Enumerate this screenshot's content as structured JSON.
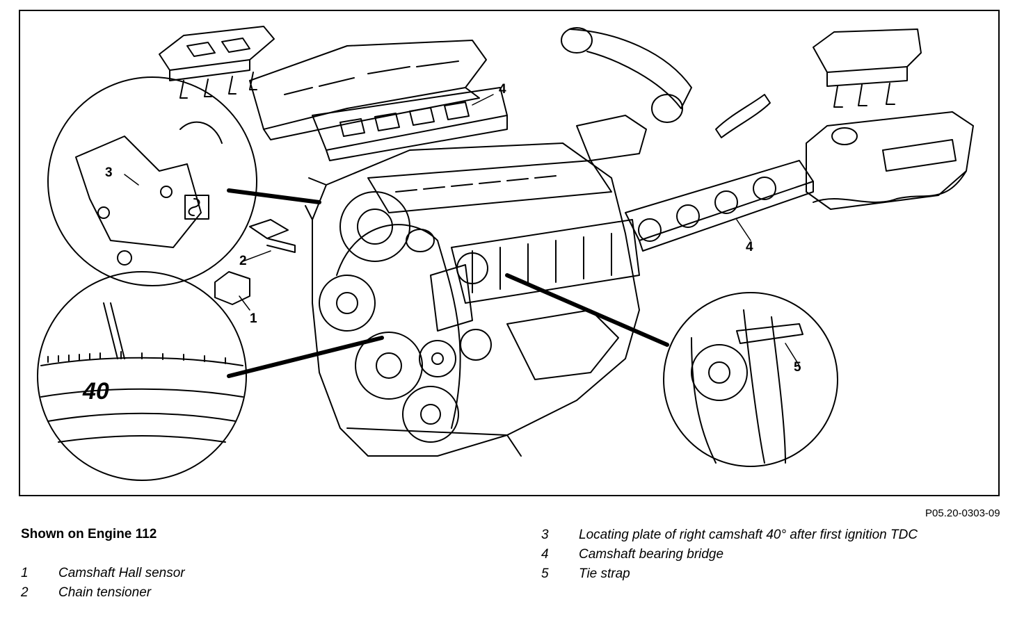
{
  "figure": {
    "id_label": "P05.20-0303-09",
    "dial_reading": "40",
    "callouts": [
      "1",
      "2",
      "3",
      "4",
      "4",
      "5"
    ]
  },
  "caption": {
    "title": "Shown on Engine 112",
    "legend_left": [
      {
        "num": "1",
        "text": "Camshaft Hall sensor"
      },
      {
        "num": "2",
        "text": "Chain tensioner"
      }
    ],
    "legend_right": [
      {
        "num": "3",
        "text": "Locating plate of right camshaft 40° after first ignition TDC"
      },
      {
        "num": "4",
        "text": "Camshaft bearing bridge"
      },
      {
        "num": "5",
        "text": "Tie strap"
      }
    ]
  }
}
